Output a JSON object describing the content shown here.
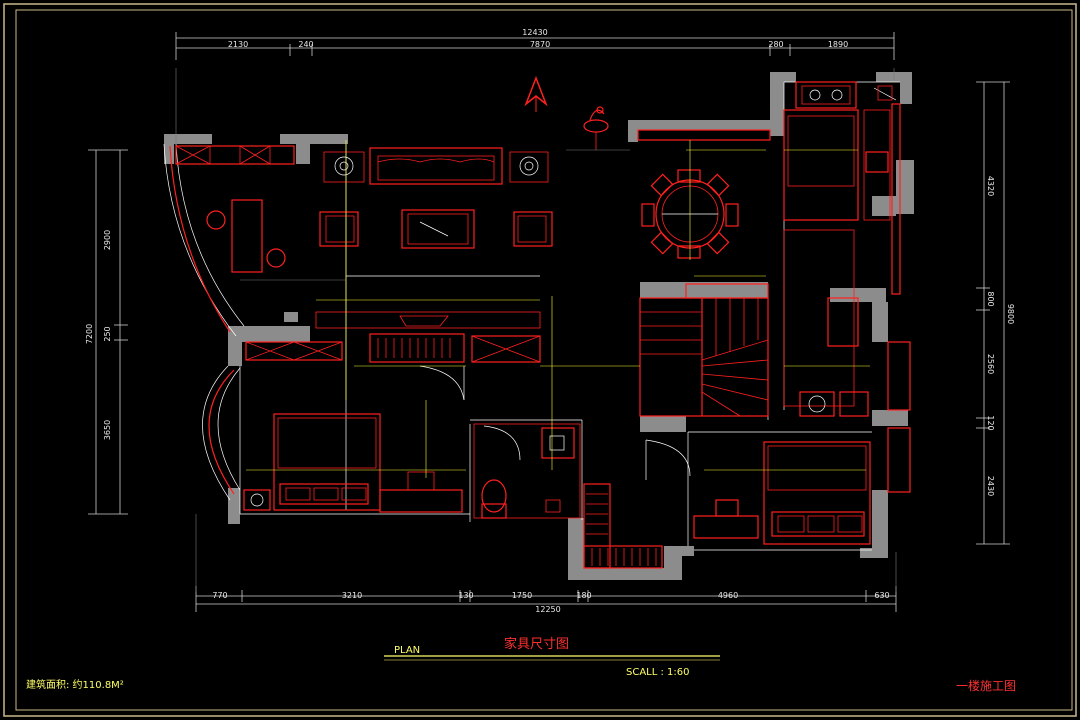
{
  "drawing": {
    "title_cn": "家具尺寸图",
    "plan_label": "PLAN",
    "scale_label": "SCALL : 1:60",
    "area_label": "建筑面积: 约110.8M²",
    "stamp_label": "一楼施工图"
  },
  "dimensions": {
    "top_total": "12430",
    "top": [
      "2130",
      "240",
      "7870",
      "280",
      "1890"
    ],
    "bottom_total": "12250",
    "bottom": [
      "770",
      "3210",
      "130",
      "1750",
      "180",
      "4960",
      "630"
    ],
    "left": [
      "2900",
      "250",
      "3650"
    ],
    "left_total": "7200",
    "right": [
      "4320",
      "800",
      "2560",
      "120",
      "2430"
    ],
    "right_total": "9800"
  },
  "colors": {
    "background": "#000000",
    "frame": "#c8b88a",
    "walls": "#8c8c8c",
    "furniture": "#ff2020",
    "dimension": "#e8e8e8",
    "title": "#ff3030",
    "annotation": "#ffff33",
    "caption": "#ffff66"
  }
}
